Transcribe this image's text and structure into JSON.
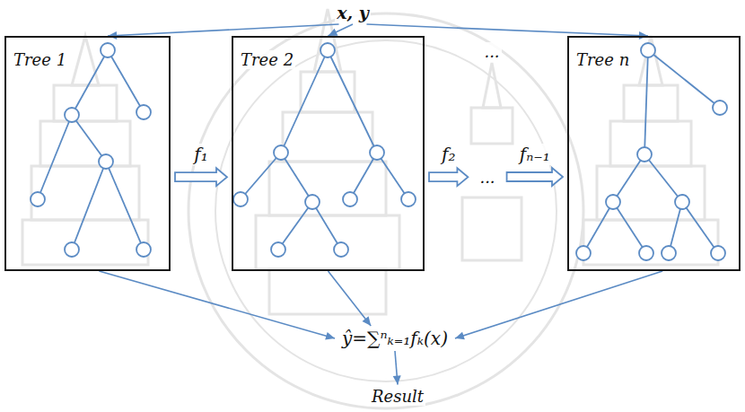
{
  "diagram": {
    "nodes": [
      {
        "text": [
          "x, y"
        ]
      },
      {
        "text": [
          "Tree 1"
        ]
      },
      {
        "text": [
          "Tree 2"
        ]
      },
      {
        "text": [
          "..."
        ]
      },
      {
        "text": [
          "Tree n"
        ]
      },
      {
        "text": [
          "ŷ=∑ⁿₖ₌₁fₖ(x)"
        ]
      },
      {
        "text": [
          "Result"
        ]
      }
    ],
    "edges": [
      {
        "from": 0,
        "to": 1,
        "arrow": "to"
      },
      {
        "from": 0,
        "to": 2,
        "arrow": "to"
      },
      {
        "from": 0,
        "to": 4,
        "arrow": "to"
      },
      {
        "from": 1,
        "to": 2,
        "label": "f₁",
        "arrow": "to"
      },
      {
        "from": 2,
        "to": 3,
        "label": "f₂",
        "arrow": "to"
      },
      {
        "from": 3,
        "to": 4,
        "label": "fₙ₋₁",
        "arrow": "to"
      },
      {
        "from": 1,
        "to": 5,
        "arrow": "to"
      },
      {
        "from": 2,
        "to": 5,
        "arrow": "to"
      },
      {
        "from": 4,
        "to": 5,
        "arrow": "to"
      },
      {
        "from": 5,
        "to": 6,
        "arrow": "to"
      }
    ],
    "labels": [
      "..."
    ]
  }
}
